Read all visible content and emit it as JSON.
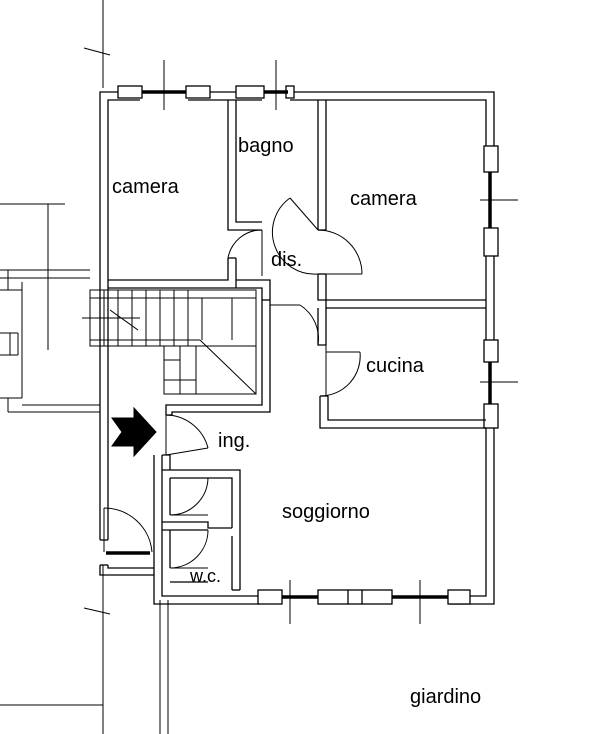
{
  "rooms": {
    "camera_left": "camera",
    "bagno": "bagno",
    "camera_right": "camera",
    "dis": "dis.",
    "cucina": "cucina",
    "ing": "ing.",
    "soggiorno": "soggiorno",
    "wc": "w.c.",
    "giardino": "giardino"
  },
  "icons": {
    "entrance": "entrance-arrow-icon"
  },
  "colors": {
    "line": "#000000",
    "background": "#ffffff"
  }
}
